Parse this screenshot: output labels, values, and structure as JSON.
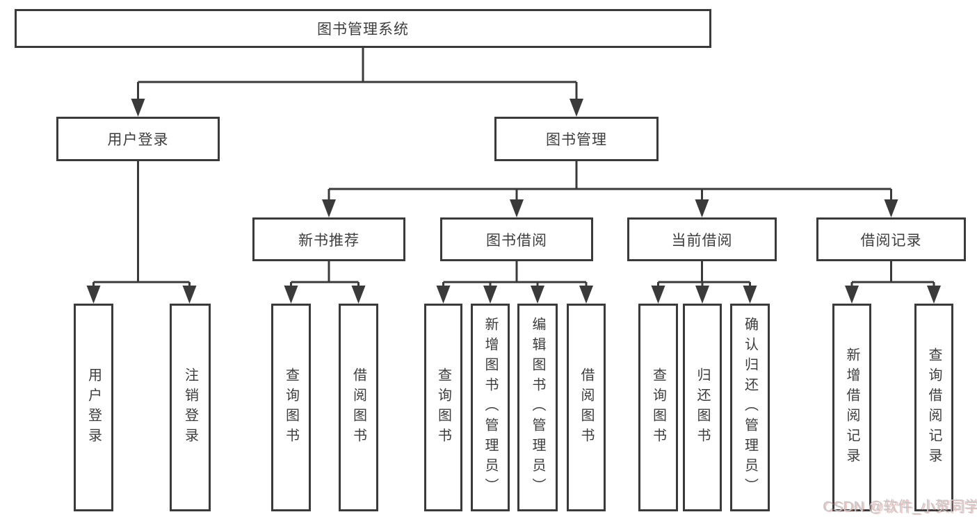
{
  "tree": {
    "label": "图书管理系统",
    "children": [
      {
        "label": "用户登录",
        "children": [
          {
            "label": "用户登录"
          },
          {
            "label": "注销登录"
          }
        ]
      },
      {
        "label": "图书管理",
        "children": [
          {
            "label": "新书推荐",
            "children": [
              {
                "label": "查询图书"
              },
              {
                "label": "借阅图书"
              }
            ]
          },
          {
            "label": "图书借阅",
            "children": [
              {
                "label": "查询图书"
              },
              {
                "label": "新增图书（管理员）"
              },
              {
                "label": "编辑图书（管理员）"
              },
              {
                "label": "借阅图书"
              }
            ]
          },
          {
            "label": "当前借阅",
            "children": [
              {
                "label": "查询图书"
              },
              {
                "label": "归还图书"
              },
              {
                "label": "确认归还（管理员）"
              }
            ]
          },
          {
            "label": "借阅记录",
            "children": [
              {
                "label": "新增借阅记录"
              },
              {
                "label": "查询借阅记录"
              }
            ]
          }
        ]
      }
    ]
  },
  "watermark": {
    "text": "CSDN @软件_小贺同学"
  },
  "colors": {
    "line": "#3a3a3a",
    "text": "#3d3d3d",
    "background": "#ffffff",
    "watermark": "#c7c7c7",
    "watermark_fringe": "#de7676"
  }
}
